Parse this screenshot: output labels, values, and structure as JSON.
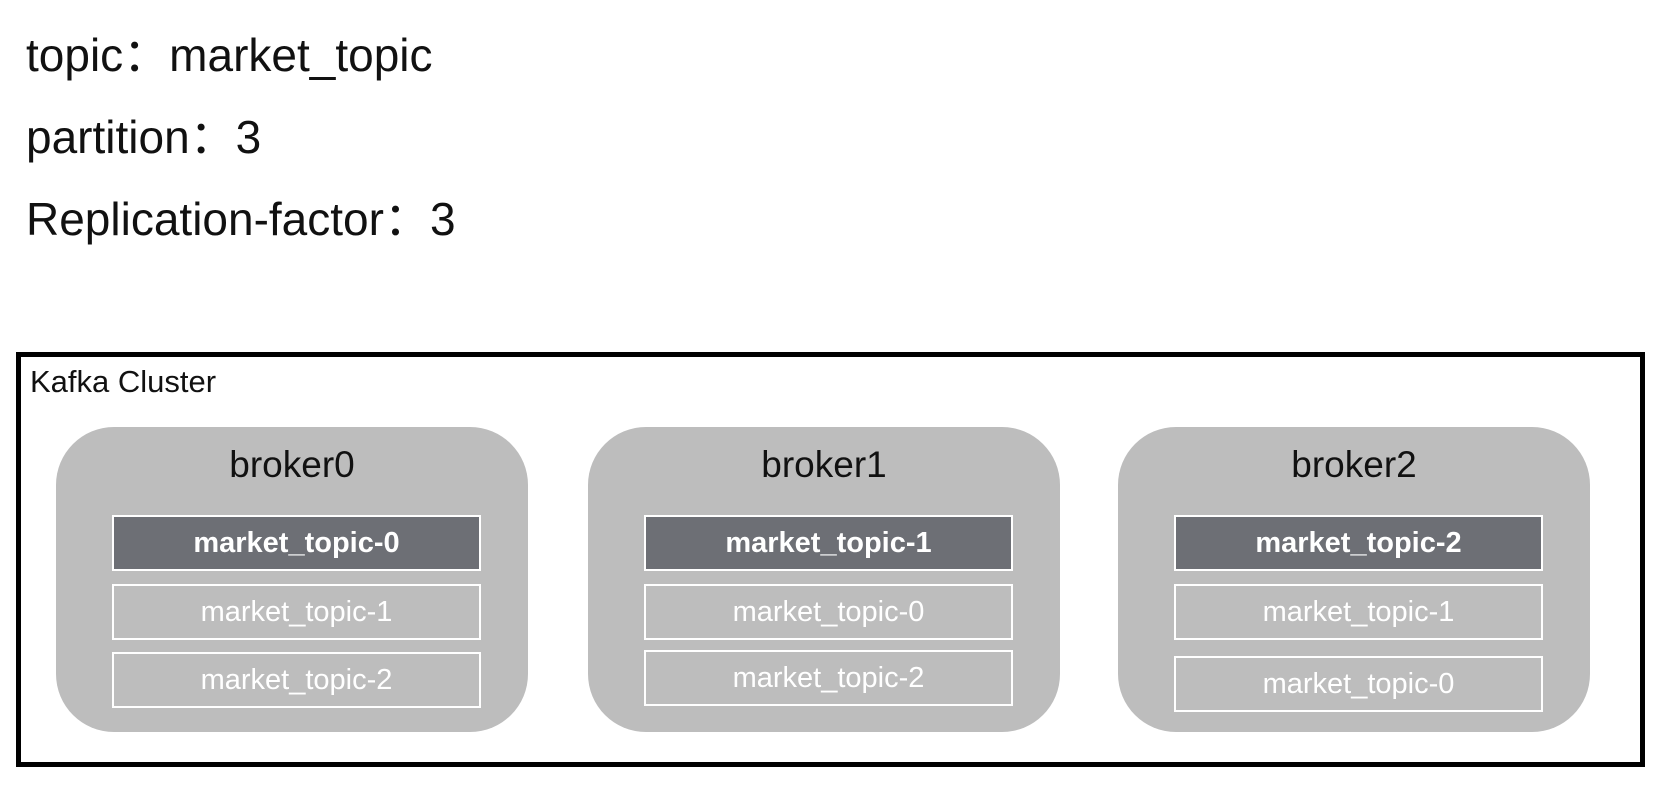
{
  "header": {
    "topic_line": "topic：market_topic",
    "partition_line": "partition：3",
    "replication_line": "Replication-factor：3"
  },
  "cluster": {
    "label": "Kafka Cluster",
    "brokers": [
      {
        "name": "broker0",
        "partitions": [
          {
            "label": "market_topic-0",
            "role": "leader"
          },
          {
            "label": "market_topic-1",
            "role": "follower"
          },
          {
            "label": "market_topic-2",
            "role": "follower"
          }
        ]
      },
      {
        "name": "broker1",
        "partitions": [
          {
            "label": "market_topic-1",
            "role": "leader"
          },
          {
            "label": "market_topic-0",
            "role": "follower"
          },
          {
            "label": "market_topic-2",
            "role": "follower"
          }
        ]
      },
      {
        "name": "broker2",
        "partitions": [
          {
            "label": "market_topic-2",
            "role": "leader"
          },
          {
            "label": "market_topic-1",
            "role": "follower"
          },
          {
            "label": "market_topic-0",
            "role": "follower"
          }
        ]
      }
    ]
  },
  "colors": {
    "leader_fill": "#6d6f75",
    "broker_fill": "#bdbdbd",
    "cluster_border": "#000000"
  }
}
